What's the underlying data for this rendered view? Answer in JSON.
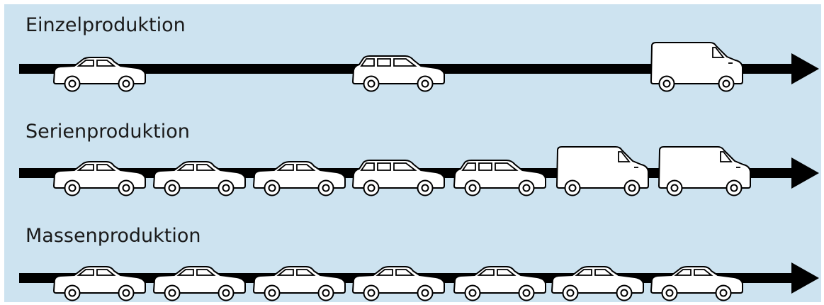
{
  "colors": {
    "background": "#cde3f0",
    "arrow": "#000000",
    "vehicle_fill": "#ffffff",
    "vehicle_stroke": "#000000"
  },
  "rows": [
    {
      "label": "Einzelproduktion",
      "vehicles": [
        "sedan",
        "wagon",
        "van"
      ]
    },
    {
      "label": "Serienproduktion",
      "vehicles": [
        "sedan",
        "sedan",
        "sedan",
        "wagon",
        "wagon",
        "van",
        "van"
      ]
    },
    {
      "label": "Massenproduktion",
      "vehicles": [
        "sedan",
        "sedan",
        "sedan",
        "sedan",
        "sedan",
        "sedan",
        "sedan"
      ]
    }
  ]
}
